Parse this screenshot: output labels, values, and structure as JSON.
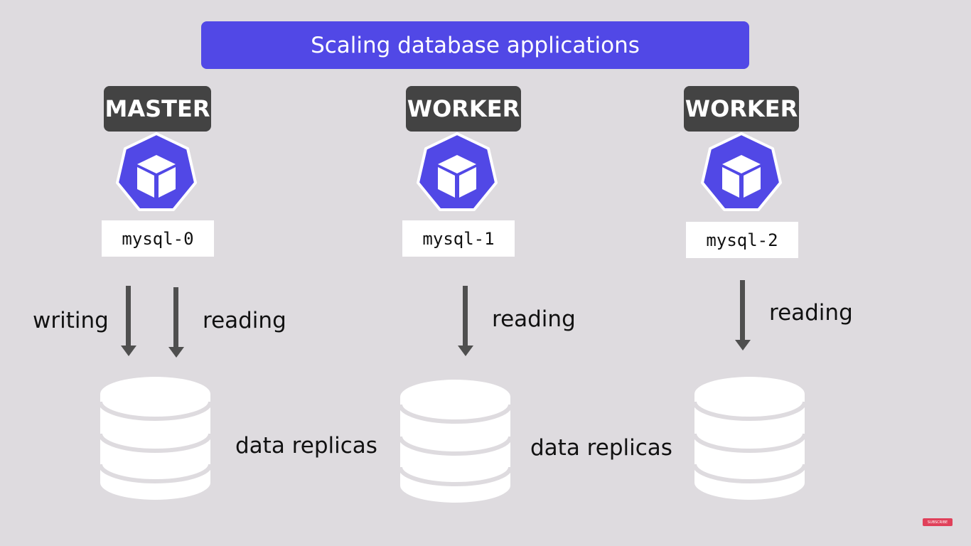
{
  "title": "Scaling database applications",
  "colors": {
    "accent": "#5148e6",
    "role_bg": "#434343",
    "arrow": "#4f4f4f",
    "background": "#dedbdf"
  },
  "nodes": [
    {
      "role": "MASTER",
      "pod": "mysql-0",
      "arrows": [
        "writing",
        "reading"
      ],
      "storage": "data replicas",
      "icon": "kubernetes-pod-icon"
    },
    {
      "role": "WORKER",
      "pod": "mysql-1",
      "arrows": [
        "reading"
      ],
      "storage": "data replicas",
      "icon": "kubernetes-pod-icon"
    },
    {
      "role": "WORKER",
      "pod": "mysql-2",
      "arrows": [
        "reading"
      ],
      "storage": "",
      "icon": "kubernetes-pod-icon"
    }
  ],
  "badge": {
    "label": "SUBSCRIBE"
  }
}
